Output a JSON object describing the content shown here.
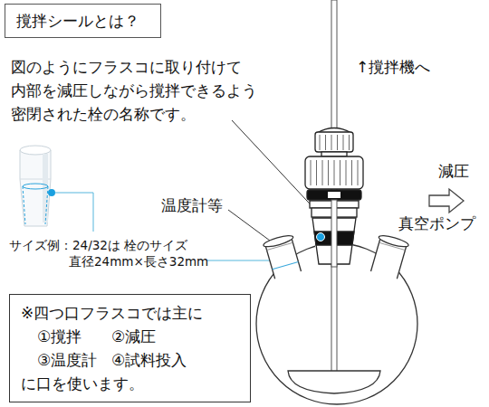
{
  "diagram": {
    "nodes": [
      {
        "text": [
          "撹拌シールとは？"
        ]
      },
      {
        "text": [
          "※四つ口フラスコでは主に",
          "①撹拌",
          "②減圧",
          "③温度計",
          "④試料投入",
          "に口を使います。"
        ]
      }
    ],
    "labels": [
      "図のようにフラスコに取り付けて 内部を減圧しながら撹拌できるよう 密閉された栓の名称です。",
      "↑撹拌機へ",
      "減圧",
      "真空ポンプ",
      "温度計等",
      "サイズ例：24/32は 栓のサイズ 直径24mm×長さ32mm"
    ]
  }
}
